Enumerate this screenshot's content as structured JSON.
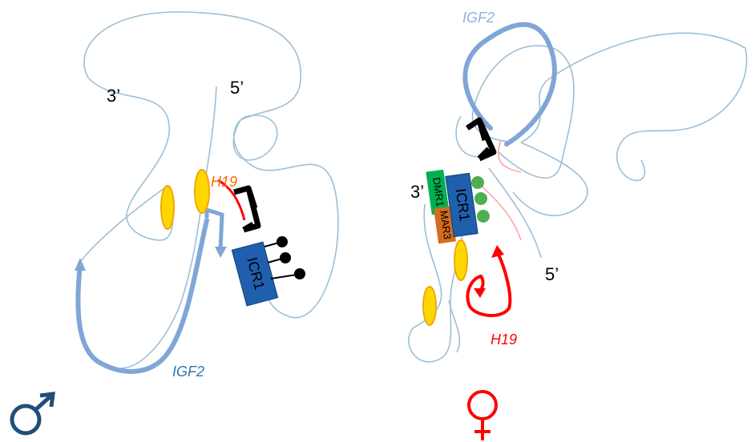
{
  "labels": {
    "three_prime": "3’",
    "five_prime": "5’",
    "h19": "H19",
    "igf2": "IGF2",
    "icr1": "ICR1",
    "dmr1": "DMR1",
    "mar3": "MAR3"
  },
  "colors": {
    "chromatin": "#9dbfd6",
    "igf2_gene": "#7fa6d6",
    "h19_paternal": "#ff6600",
    "h19_maternal": "#ff0000",
    "icr1": "#1f5fad",
    "dmr1": "#00b050",
    "mar3": "#d46b1d",
    "enhancer": "#ffd700",
    "enhancer_stroke": "#f0a800",
    "ctcf": "#4caf50",
    "insulator": "#000000",
    "male_symbol": "#1f4e79",
    "female_symbol": "#ff0000"
  },
  "symbols": {
    "male": "male-symbol-icon",
    "female": "female-symbol-icon"
  }
}
